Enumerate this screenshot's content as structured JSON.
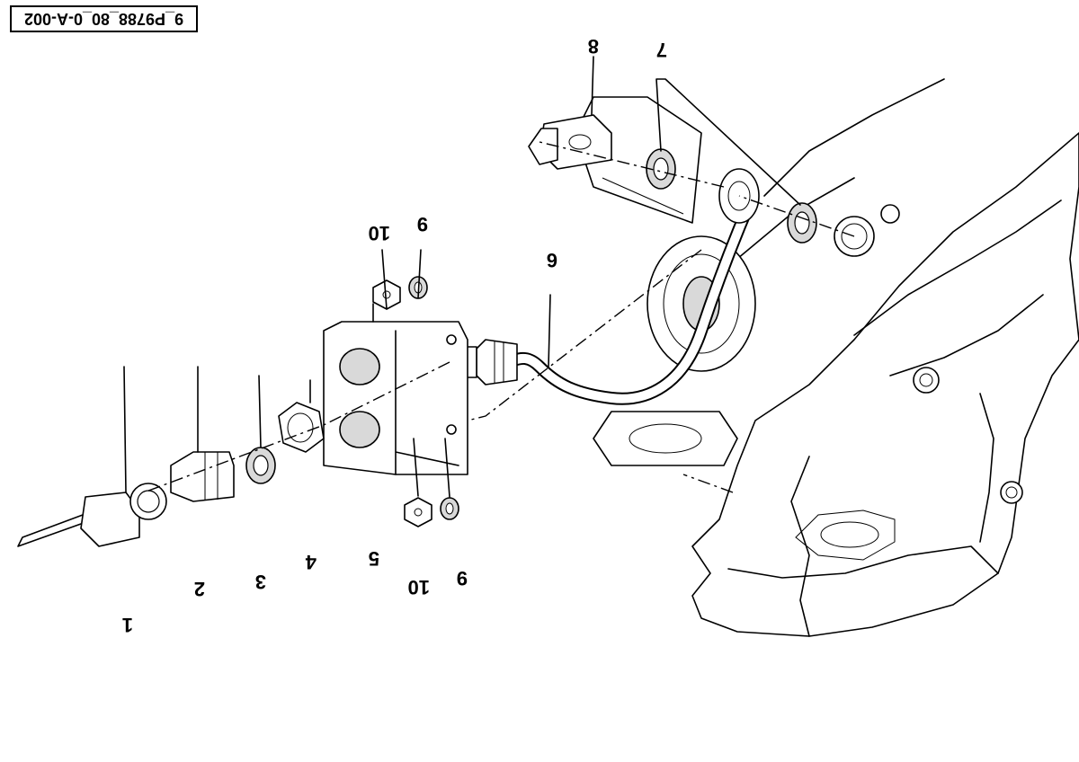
{
  "reference_code": "9_P9788_80_0-A-002",
  "callouts": {
    "c1": "1",
    "c2": "2",
    "c3": "3",
    "c4": "4",
    "c5": "5",
    "c6": "6",
    "c7": "7",
    "c8": "8",
    "c9a": "9",
    "c9b": "9",
    "c10a": "10",
    "c10b": "10"
  }
}
